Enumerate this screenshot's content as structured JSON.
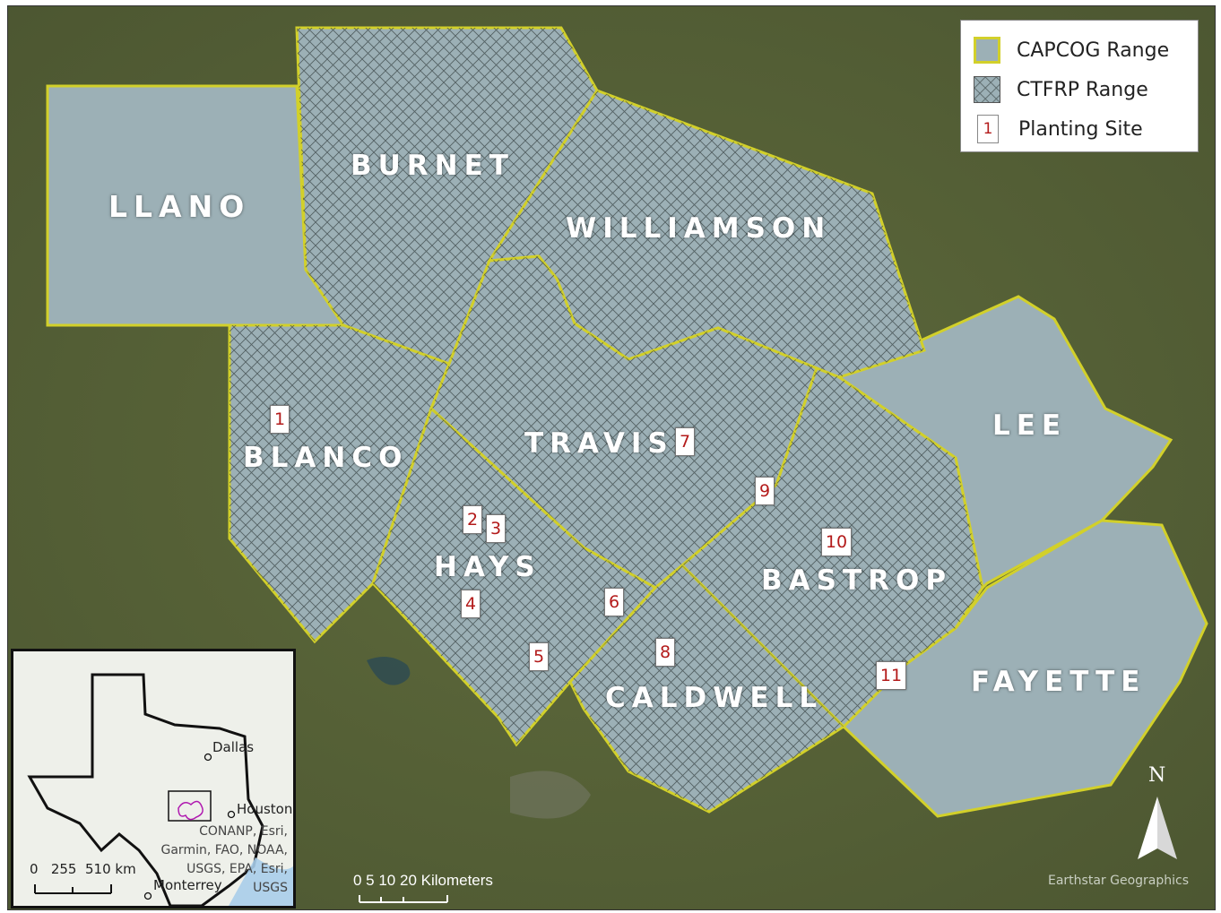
{
  "counties": [
    {
      "name": "LLANO",
      "range": "CAPCOG"
    },
    {
      "name": "BURNET",
      "range": "CTFRP"
    },
    {
      "name": "WILLIAMSON",
      "range": "CTFRP"
    },
    {
      "name": "BLANCO",
      "range": "CTFRP"
    },
    {
      "name": "TRAVIS",
      "range": "CTFRP"
    },
    {
      "name": "HAYS",
      "range": "CTFRP"
    },
    {
      "name": "BASTROP",
      "range": "CTFRP"
    },
    {
      "name": "CALDWELL",
      "range": "CTFRP"
    },
    {
      "name": "LEE",
      "range": "CAPCOG"
    },
    {
      "name": "FAYETTE",
      "range": "CAPCOG"
    }
  ],
  "planting_sites": [
    "1",
    "2",
    "3",
    "4",
    "5",
    "6",
    "7",
    "8",
    "9",
    "10",
    "11"
  ],
  "legend": {
    "capcog_label": "CAPCOG Range",
    "ctfrp_label": "CTFRP Range",
    "site_label": "Planting Site",
    "site_example": "1"
  },
  "inset": {
    "cities": [
      "Dallas",
      "Houston",
      "Monterrey"
    ],
    "scale_ticks": "0   255  510 km",
    "attribution": [
      "CONANP, Esri,",
      "Garmin, FAO, NOAA,",
      "USGS, EPA, Esri,",
      "USGS"
    ]
  },
  "scale_bar": {
    "label": "0  5 10     20 Kilometers"
  },
  "credit": "Earthstar Geographics",
  "north_arrow": "N",
  "colors": {
    "capcog_fill": "#9cb0b6",
    "boundary": "#d2d02a",
    "site_text": "#b31b1b",
    "imagery": "#4f5a2e"
  }
}
